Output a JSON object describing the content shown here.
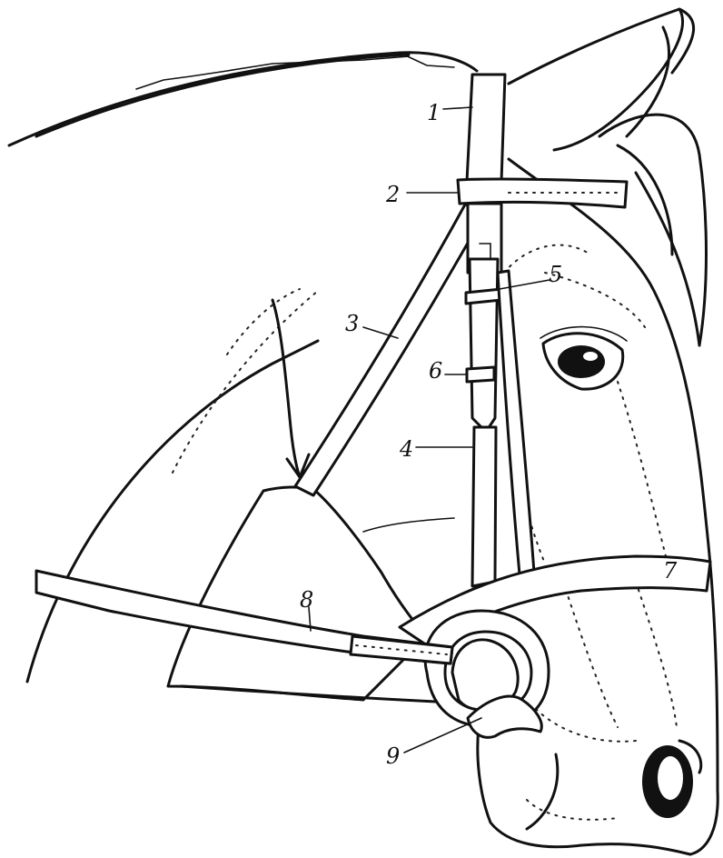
{
  "labels": [
    {
      "id": "1",
      "text": "1"
    },
    {
      "id": "2",
      "text": "2"
    },
    {
      "id": "3",
      "text": "3"
    },
    {
      "id": "4",
      "text": "4"
    },
    {
      "id": "5",
      "text": "5"
    },
    {
      "id": "6",
      "text": "6"
    },
    {
      "id": "7",
      "text": "7"
    },
    {
      "id": "8",
      "text": "8"
    },
    {
      "id": "9",
      "text": "9"
    }
  ],
  "colors": {
    "ink": "#111111",
    "paper": "#ffffff"
  }
}
